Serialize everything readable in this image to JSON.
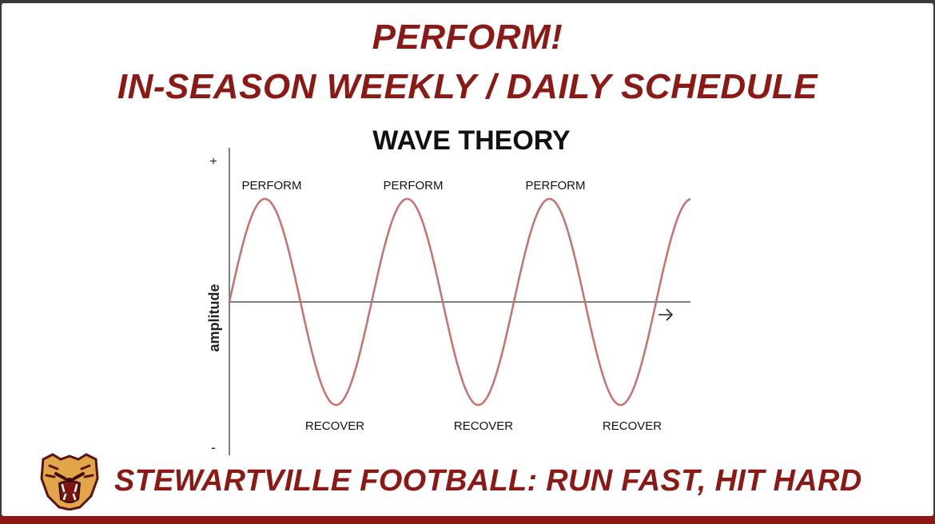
{
  "slide": {
    "title_line1": "PERFORM!",
    "title_line2": "IN-SEASON WEEKLY / DAILY SCHEDULE",
    "subtitle": "WAVE THEORY",
    "footer": "STEWARTVILLE FOOTBALL: RUN FAST, HIT HARD"
  },
  "diagram": {
    "y_axis_label": "amplitude",
    "y_plus": "+",
    "y_minus": "-",
    "peak_labels": [
      "PERFORM",
      "PERFORM",
      "PERFORM"
    ],
    "trough_labels": [
      "RECOVER",
      "RECOVER",
      "RECOVER"
    ],
    "wave_cycles": 3.25
  },
  "colors": {
    "brand": "#8b1a17",
    "wave": "#c9706d",
    "axis": "#555555"
  },
  "icons": {
    "logo": "tiger-head-logo",
    "arrow": "right-arrow-icon"
  }
}
